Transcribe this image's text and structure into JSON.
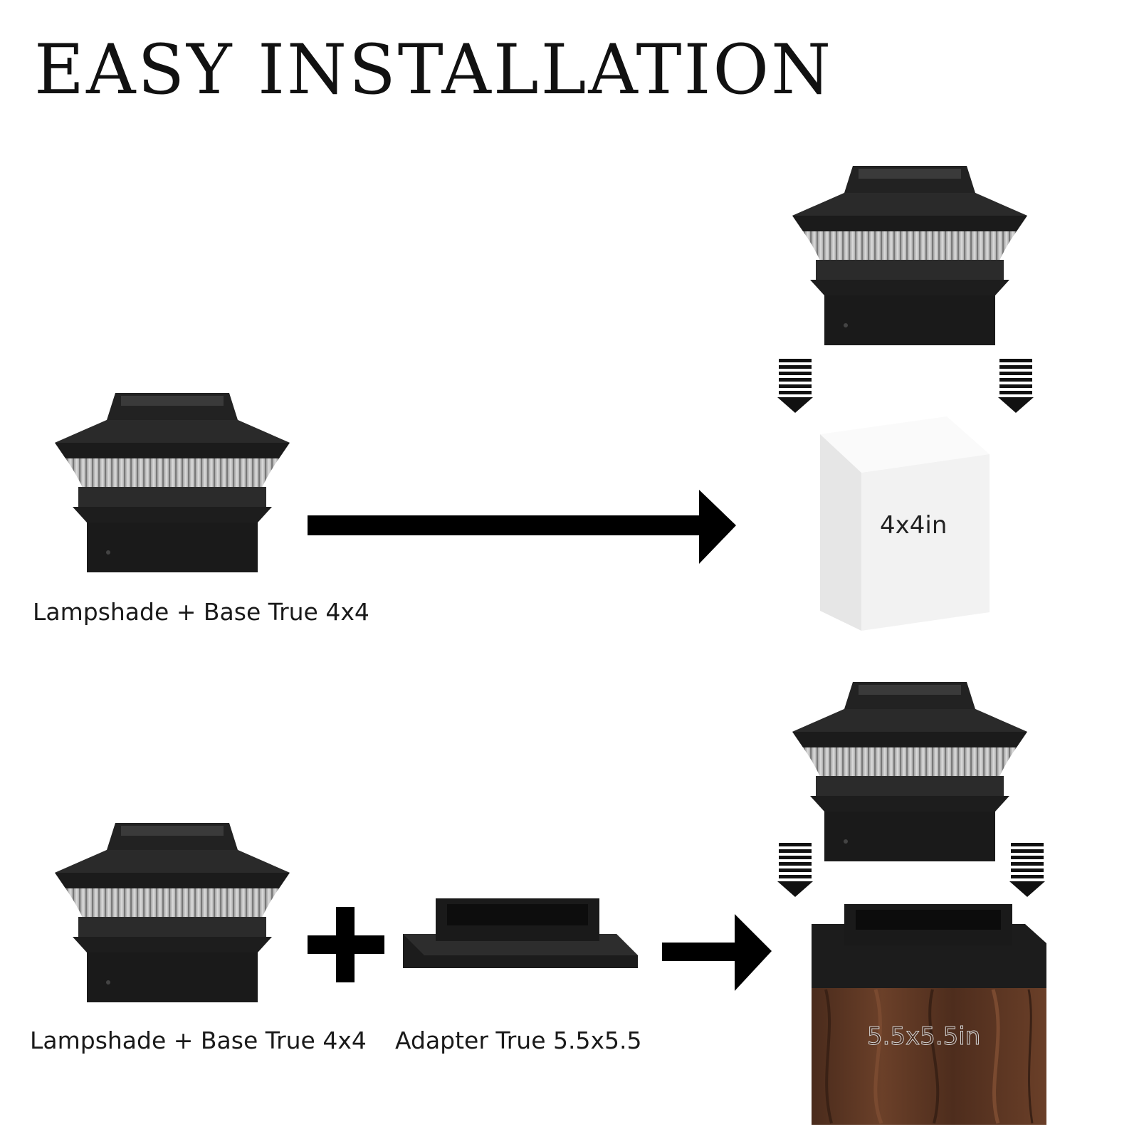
{
  "title": "EASY INSTALLATION",
  "row1": {
    "caption": "Lampshade + Base True 4x4",
    "post_label": "4x4in"
  },
  "row2": {
    "caption_lamp": "Lampshade + Base True 4x4",
    "caption_adapter": "Adapter True 5.5x5.5",
    "post_label": "5.5x5.5in"
  },
  "colors": {
    "lamp_black": "#1b1b1b",
    "wood": "#5a3523",
    "post_white": "#f4f4f4"
  }
}
